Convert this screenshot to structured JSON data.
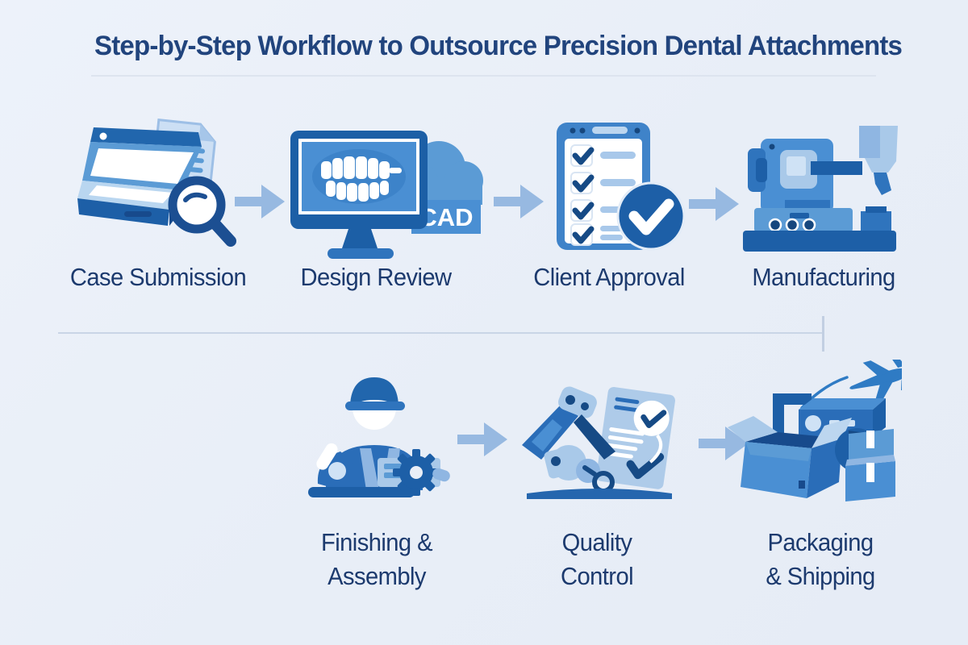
{
  "title": "Step-by-Step Workflow to Outsource Precision Dental Attachments",
  "steps": [
    {
      "label": "Case Submission",
      "icon": "scanner-document-magnifier-icon"
    },
    {
      "label": "Design Review",
      "icon": "monitor-teeth-cad-cloud-icon",
      "cad_label": "CAD"
    },
    {
      "label": "Client Approval",
      "icon": "checklist-approved-icon"
    },
    {
      "label": "Manufacturing",
      "icon": "cnc-milling-machine-icon"
    },
    {
      "label": "Finishing & Assembly",
      "label_lines": [
        "Finishing &",
        "Assembly"
      ],
      "icon": "technician-gear-icon"
    },
    {
      "label": "Quality Control",
      "label_lines": [
        "Quality",
        "Control"
      ],
      "icon": "caliper-inspection-icon"
    },
    {
      "label": "Packaging & Shipping",
      "label_lines": [
        "Packaging",
        "& Shipping"
      ],
      "icon": "boxes-airplane-icon"
    }
  ],
  "arrow_icon": "arrow-right-icon",
  "colors": {
    "background": "#e9eef7",
    "title_text": "#21447d",
    "label_text": "#1c3a6e",
    "arrow": "#97b9e1",
    "icon_dark_blue": "#1d5fa7",
    "icon_navy": "#164a85",
    "icon_medium_blue": "#4a8fd3",
    "icon_light_blue": "#a9c9e9",
    "icon_pale_blue": "#cfe2f5",
    "divider": "#c9d5e6",
    "white": "#ffffff"
  }
}
